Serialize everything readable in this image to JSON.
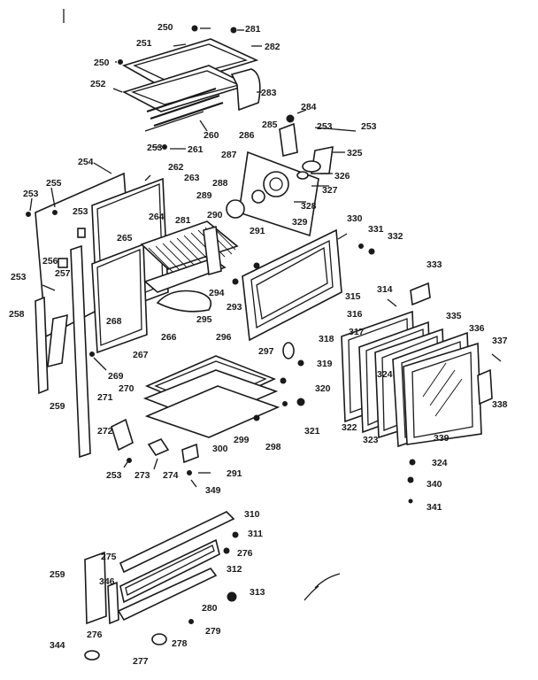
{
  "diagram": {
    "labels": [
      {
        "id": "l250a",
        "text": "250"
      },
      {
        "id": "l281a",
        "text": "281"
      },
      {
        "id": "l251",
        "text": "251"
      },
      {
        "id": "l282",
        "text": "282"
      },
      {
        "id": "l250b",
        "text": "250"
      },
      {
        "id": "l252",
        "text": "252"
      },
      {
        "id": "l283",
        "text": "283"
      },
      {
        "id": "l284",
        "text": "284"
      },
      {
        "id": "l285",
        "text": "285"
      },
      {
        "id": "l253a",
        "text": "253"
      },
      {
        "id": "l253b",
        "text": "253"
      },
      {
        "id": "l260",
        "text": "260"
      },
      {
        "id": "l286",
        "text": "286"
      },
      {
        "id": "l253c",
        "text": "253"
      },
      {
        "id": "l261",
        "text": "261"
      },
      {
        "id": "l325",
        "text": "325"
      },
      {
        "id": "l254",
        "text": "254"
      },
      {
        "id": "l262",
        "text": "262"
      },
      {
        "id": "l287",
        "text": "287"
      },
      {
        "id": "l326",
        "text": "326"
      },
      {
        "id": "l263",
        "text": "263"
      },
      {
        "id": "l327",
        "text": "327"
      },
      {
        "id": "l255",
        "text": "255"
      },
      {
        "id": "l253d",
        "text": "253"
      },
      {
        "id": "l288",
        "text": "288"
      },
      {
        "id": "l289",
        "text": "289"
      },
      {
        "id": "l328",
        "text": "328"
      },
      {
        "id": "l264",
        "text": "264"
      },
      {
        "id": "l253e",
        "text": "253"
      },
      {
        "id": "l290",
        "text": "290"
      },
      {
        "id": "l281b",
        "text": "281"
      },
      {
        "id": "l329",
        "text": "329"
      },
      {
        "id": "l330",
        "text": "330"
      },
      {
        "id": "l331",
        "text": "331"
      },
      {
        "id": "l332",
        "text": "332"
      },
      {
        "id": "l291a",
        "text": "291"
      },
      {
        "id": "l265",
        "text": "265"
      },
      {
        "id": "l256",
        "text": "256"
      },
      {
        "id": "l257",
        "text": "257"
      },
      {
        "id": "l333",
        "text": "333"
      },
      {
        "id": "l253f",
        "text": "253"
      },
      {
        "id": "l294",
        "text": "294"
      },
      {
        "id": "l314",
        "text": "314"
      },
      {
        "id": "l293",
        "text": "293"
      },
      {
        "id": "l315",
        "text": "315"
      },
      {
        "id": "l258",
        "text": "258"
      },
      {
        "id": "l295",
        "text": "295"
      },
      {
        "id": "l316",
        "text": "316"
      },
      {
        "id": "l335",
        "text": "335"
      },
      {
        "id": "l268",
        "text": "268"
      },
      {
        "id": "l266",
        "text": "266"
      },
      {
        "id": "l317",
        "text": "317"
      },
      {
        "id": "l336",
        "text": "336"
      },
      {
        "id": "l267",
        "text": "267"
      },
      {
        "id": "l296",
        "text": "296"
      },
      {
        "id": "l318",
        "text": "318"
      },
      {
        "id": "l337",
        "text": "337"
      },
      {
        "id": "l297",
        "text": "297"
      },
      {
        "id": "l319",
        "text": "319"
      },
      {
        "id": "l269",
        "text": "269"
      },
      {
        "id": "l324a",
        "text": "324"
      },
      {
        "id": "l259a",
        "text": "259"
      },
      {
        "id": "l270",
        "text": "270"
      },
      {
        "id": "l320",
        "text": "320"
      },
      {
        "id": "l338",
        "text": "338"
      },
      {
        "id": "l271",
        "text": "271"
      },
      {
        "id": "l321",
        "text": "321"
      },
      {
        "id": "l322",
        "text": "322"
      },
      {
        "id": "l272",
        "text": "272"
      },
      {
        "id": "l299",
        "text": "299"
      },
      {
        "id": "l323",
        "text": "323"
      },
      {
        "id": "l339",
        "text": "339"
      },
      {
        "id": "l298",
        "text": "298"
      },
      {
        "id": "l300",
        "text": "300"
      },
      {
        "id": "l324b",
        "text": "324"
      },
      {
        "id": "l253g",
        "text": "253"
      },
      {
        "id": "l273",
        "text": "273"
      },
      {
        "id": "l274",
        "text": "274"
      },
      {
        "id": "l291b",
        "text": "291"
      },
      {
        "id": "l340",
        "text": "340"
      },
      {
        "id": "l349",
        "text": "349"
      },
      {
        "id": "l341",
        "text": "341"
      },
      {
        "id": "l310",
        "text": "310"
      },
      {
        "id": "l311",
        "text": "311"
      },
      {
        "id": "l275",
        "text": "275"
      },
      {
        "id": "l276a",
        "text": "276"
      },
      {
        "id": "l312",
        "text": "312"
      },
      {
        "id": "l259b",
        "text": "259"
      },
      {
        "id": "l346",
        "text": "346"
      },
      {
        "id": "l313",
        "text": "313"
      },
      {
        "id": "l280",
        "text": "280"
      },
      {
        "id": "l276b",
        "text": "276"
      },
      {
        "id": "l279",
        "text": "279"
      },
      {
        "id": "l344",
        "text": "344"
      },
      {
        "id": "l278",
        "text": "278"
      },
      {
        "id": "l277",
        "text": "277"
      }
    ]
  }
}
